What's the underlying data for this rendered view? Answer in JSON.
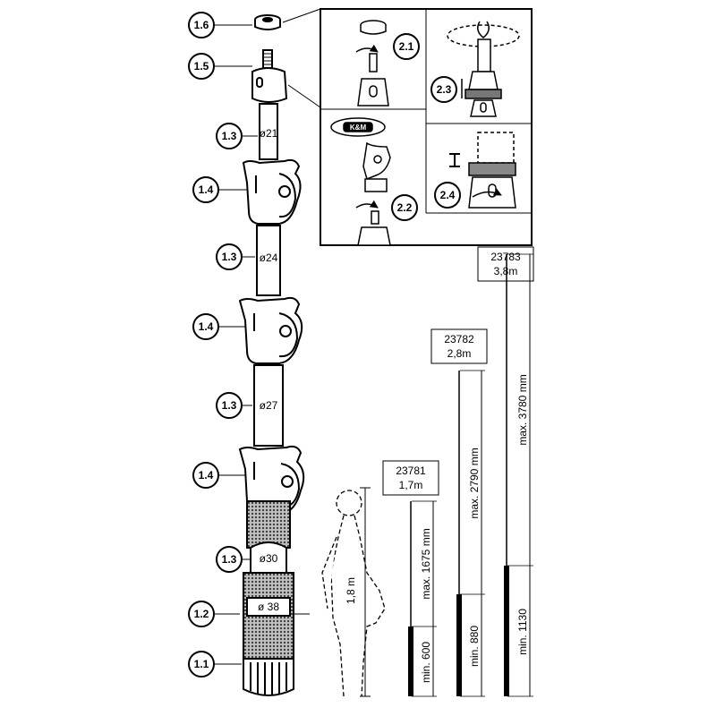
{
  "callouts": {
    "c1_6": "1.6",
    "c1_5": "1.5",
    "c1_3": "1.3",
    "c1_4": "1.4",
    "c1_2": "1.2",
    "c1_1": "1.1",
    "c2_1": "2.1",
    "c2_2": "2.2",
    "c2_3": "2.3",
    "c2_4": "2.4"
  },
  "diameters": {
    "d21": "ø21",
    "d24": "ø24",
    "d27": "ø27",
    "d30": "ø30",
    "d38": "ø 38"
  },
  "person": {
    "height": "1,8 m"
  },
  "models": [
    {
      "code": "23781",
      "length": "1,7m",
      "max": "max. 1675 mm",
      "min": "min. 600"
    },
    {
      "code": "23782",
      "length": "2,8m",
      "max": "max. 2790 mm",
      "min": "min. 880"
    },
    {
      "code": "23783",
      "length": "3,8m",
      "max": "max. 3780 mm",
      "min": "min. 1130"
    }
  ],
  "inset": {
    "logo_text": "K&M"
  },
  "colors": {
    "line": "#000000",
    "background": "#ffffff",
    "grip": "#8a8a8a"
  }
}
